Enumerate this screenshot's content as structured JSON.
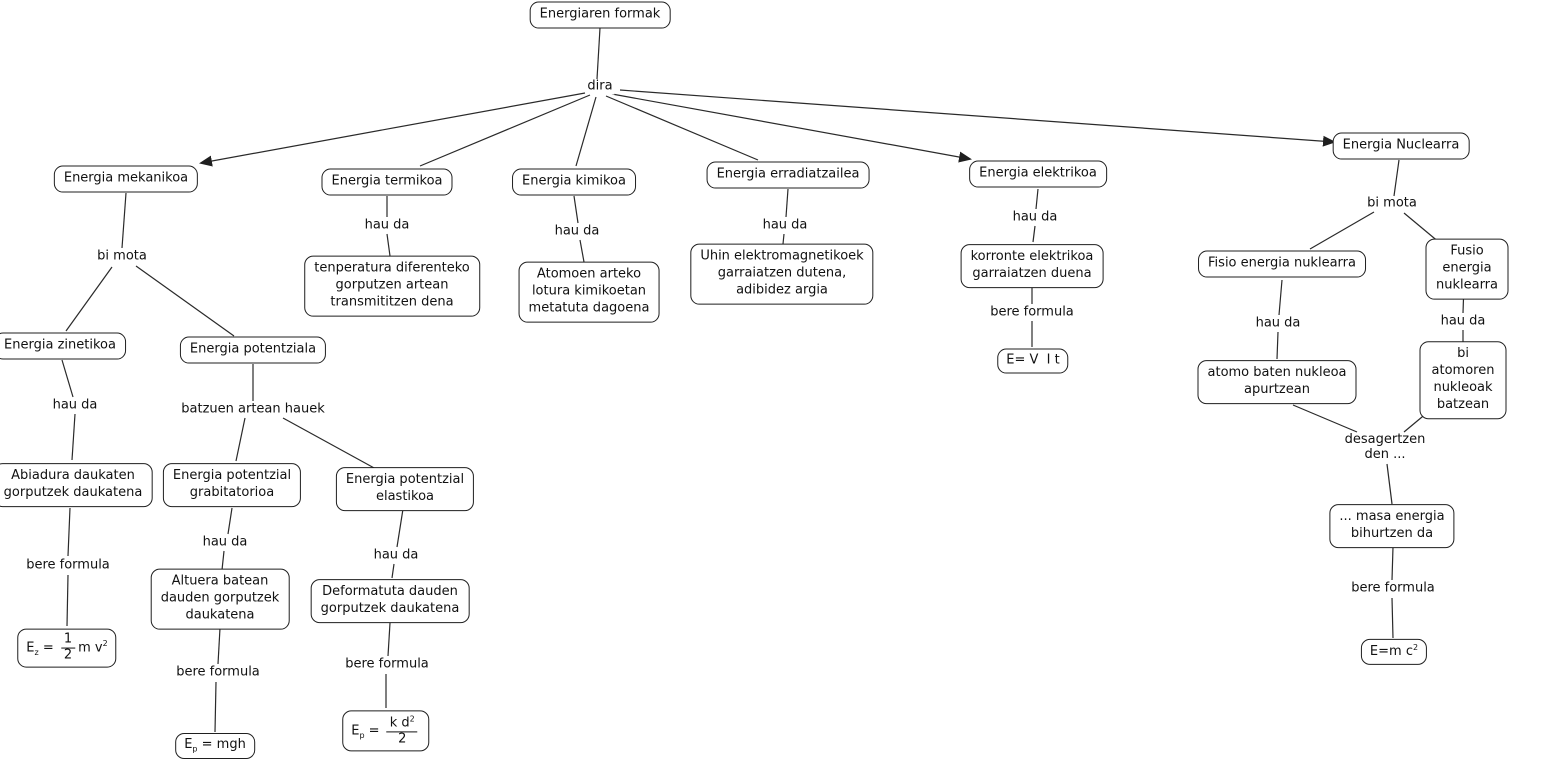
{
  "map": {
    "title": "Energiaren formak",
    "language": "Basque",
    "colors": {
      "background": "#ffffff",
      "box_fill": "#ffffff",
      "box_border": "#1f1f1f",
      "line": "#2a2a2a",
      "text": "#111111"
    }
  },
  "boxes": {
    "root": "Energiaren formak",
    "mekanikoa": "Energia mekanikoa",
    "termikoa": "Energia termikoa",
    "kimikoa": "Energia kimikoa",
    "erradiatzailea": "Energia erradiatzailea",
    "elektrikoa": "Energia elektrikoa",
    "nuklearra": "Energia Nuclearra",
    "zinetikoa": "Energia zinetikoa",
    "potentziala": "Energia potentziala",
    "zinetikoa_def": "Abiadura daukaten\ngorputzek daukatena",
    "grabitatorioa": "Energia potentzial\ngrabitatorioa",
    "elastikoa": "Energia potentzial\nelastikoa",
    "grabitatorioa_def": "Altuera batean\ndauden gorputzek\ndaukatena",
    "elastikoa_def": "Deformatuta dauden\ngorputzek daukatena",
    "termikoa_def": "tenperatura diferenteko\ngorputzen artean\ntransmititzen dena",
    "kimikoa_def": "Atomoen arteko\nlotura kimikoetan\nmetatuta dagoena",
    "erradiatzailea_def": "Uhin elektromagnetikoek\ngarraiatzen dutena,\nadibidez argia",
    "elektrikoa_def": "korronte elektrikoa\ngarraiatzen duena",
    "fisio": "Fisio energia nuklearra",
    "fusio": "Fusio energia nuklearra",
    "fisio_def": "atomo baten nukleoa\napurtzean",
    "fusio_def": "bi atomoren nukleoak\nbatzean",
    "masa": "... masa energia\nbihurtzen da"
  },
  "labels": {
    "dira": "dira",
    "bi_mota_mekanikoa": "bi mota",
    "hau_da_zinetikoa": "hau da",
    "bere_formula_zinetikoa": "bere formula",
    "batzuen_artean": "batzuen artean hauek",
    "hau_da_grabitatorioa": "hau da",
    "bere_formula_grabitatorioa": "bere formula",
    "hau_da_elastikoa": "hau da",
    "bere_formula_elastikoa": "bere formula",
    "hau_da_termikoa": "hau da",
    "hau_da_kimikoa": "hau da",
    "hau_da_erradiatzailea": "hau da",
    "hau_da_elektrikoa": "hau da",
    "bere_formula_elektrikoa": "bere formula",
    "bi_mota_nuklearra": "bi mota",
    "hau_da_fisio": "hau da",
    "hau_da_fusio": "hau da",
    "desagertzen": "desagertzen\nden ...",
    "bere_formula_nuklearra": "bere formula"
  },
  "formulas": {
    "zinetikoa": {
      "base": "E",
      "sub": "z",
      "eq": " = ",
      "num": "1",
      "den": "2",
      "tail": "m v",
      "sup": "2"
    },
    "grabitatorioa": {
      "base": "E",
      "sub": "p",
      "eq": " = ",
      "tail": "mgh"
    },
    "elastikoa": {
      "base": "E",
      "sub": "p",
      "eq": " = ",
      "num": "k d",
      "numsup": "2",
      "den": "2"
    },
    "elektrikoa": {
      "text": "E= V  I t"
    },
    "nuklearra": {
      "text": "E=m c",
      "sup": "2"
    }
  }
}
